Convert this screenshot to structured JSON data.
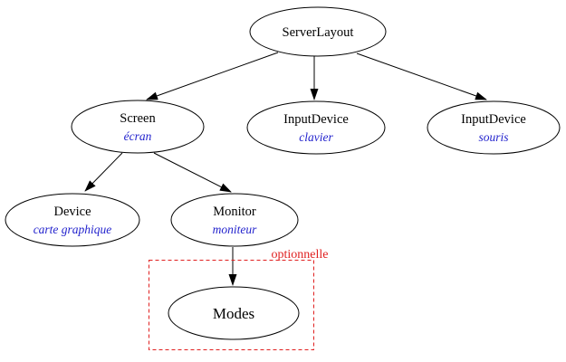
{
  "diagram": {
    "type": "tree",
    "background": "#ffffff",
    "colors": {
      "node_stroke": "#000000",
      "node_fill": "#ffffff",
      "label_color": "#000000",
      "sublabel_color": "#2323cd",
      "edge_color": "#000000",
      "optional_color": "#e02020"
    },
    "nodes": [
      {
        "id": "serverlayout",
        "label": "ServerLayout",
        "sublabel": ""
      },
      {
        "id": "screen",
        "label": "Screen",
        "sublabel": "écran"
      },
      {
        "id": "inputdevice-keyboard",
        "label": "InputDevice",
        "sublabel": "clavier"
      },
      {
        "id": "inputdevice-mouse",
        "label": "InputDevice",
        "sublabel": "souris"
      },
      {
        "id": "device",
        "label": "Device",
        "sublabel": "carte graphique"
      },
      {
        "id": "monitor",
        "label": "Monitor",
        "sublabel": "moniteur"
      },
      {
        "id": "modes",
        "label": "Modes",
        "sublabel": ""
      }
    ],
    "edges": [
      {
        "from": "serverlayout",
        "to": "screen"
      },
      {
        "from": "serverlayout",
        "to": "inputdevice-keyboard"
      },
      {
        "from": "serverlayout",
        "to": "inputdevice-mouse"
      },
      {
        "from": "screen",
        "to": "device"
      },
      {
        "from": "screen",
        "to": "monitor"
      },
      {
        "from": "monitor",
        "to": "modes"
      }
    ],
    "optional_box": {
      "label": "optionnelle",
      "contains": "modes"
    }
  }
}
